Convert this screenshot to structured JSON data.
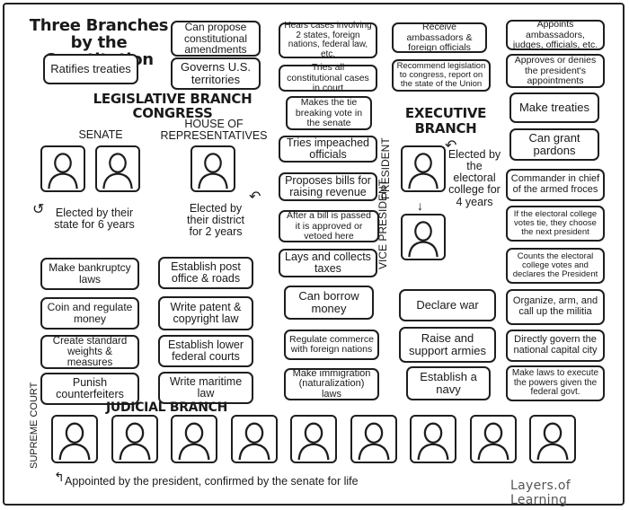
{
  "title": "Three Branches by the Constitution",
  "legislative": {
    "heading": "LEGISLATIVE BRANCH",
    "subheading": "CONGRESS",
    "senate_label": "SENATE",
    "house_label": "HOUSE OF REPRESENTATIVES",
    "senate_note": "Elected by their state for 6 years",
    "house_note": "Elected by their district for 2 years",
    "top_cards": [
      "Ratifies treaties",
      "Can propose constitutional amendments",
      "Governs U.S. territories"
    ],
    "powers_left": [
      "Make bankruptcy laws",
      "Coin and regulate money",
      "Create standard weights & measures",
      "Punish counterfeiters"
    ],
    "powers_right": [
      "Establish post office & roads",
      "Write patent & copyright law",
      "Establish lower federal courts",
      "Write maritime law"
    ]
  },
  "judicial": {
    "heading": "JUDICIAL BRANCH",
    "court_label": "SUPREME COURT",
    "justice_count": 9,
    "note": "Appointed by the president, confirmed by the senate for life",
    "cards": [
      "Hears cases involving 2 states, foreign nations, federal law, etc.",
      "Tries all constitutional cases in court"
    ]
  },
  "middle_cards": [
    "Makes the tie breaking vote in the senate",
    "Tries impeached officials",
    "Proposes bills for raising revenue",
    "After a bill is passed it is approved or vetoed here",
    "Lays and collects taxes",
    "Can borrow money",
    "Regulate commerce with foreign nations",
    "Make immigration (naturalization) laws"
  ],
  "executive": {
    "heading": "EXECUTIVE BRANCH",
    "president_label": "PRESIDENT",
    "vice_label": "VICE PRESIDENT",
    "president_note": "Elected by the electoral college for 4 years",
    "top_cards": [
      "Receive ambassadors & foreign officials",
      "Recommend legislation to congress, report on the state of the Union"
    ],
    "powers": [
      "Declare war",
      "Raise and support armies",
      "Establish a navy"
    ]
  },
  "right_cards": [
    "Appoints ambassadors, judges, officials, etc.",
    "Approves or denies the president's appointments",
    "Make treaties",
    "Can grant pardons",
    "Commander in chief of the armed froces",
    "If the electoral college votes tie, they choose the next president",
    "Counts the electoral college votes and declares the President",
    "Organize, arm, and call up the militia",
    "Directly govern the national capital city",
    "Make laws to execute the powers given the federal govt."
  ],
  "brand": "Layers.of Learning",
  "colors": {
    "ink": "#1e1e1e",
    "brand": "#555555"
  }
}
